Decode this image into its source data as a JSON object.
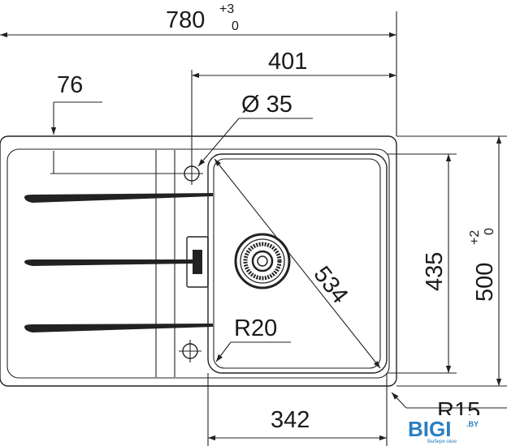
{
  "dimensions": {
    "overall_width": {
      "value": "780",
      "tol_upper": "+3",
      "tol_lower": "0"
    },
    "bowl_offset": {
      "value": "401"
    },
    "drain_offset": {
      "value": "76"
    },
    "tap_hole": {
      "value": "Ø 35"
    },
    "diagonal": {
      "value": "534"
    },
    "corner_radius": {
      "value": "R20"
    },
    "bowl_depth": {
      "value": "435"
    },
    "overall_depth": {
      "value": "500",
      "tol_upper": "+2",
      "tol_lower": "0"
    },
    "bowl_width": {
      "value": "342"
    },
    "outer_radius": {
      "value": "R15"
    }
  },
  "brand": {
    "name": "BIGI",
    "suffix": ".BY",
    "tagline": "Выбери свое",
    "primary_color": "#2a7fc1",
    "accent_color": "#1aa7d6"
  }
}
